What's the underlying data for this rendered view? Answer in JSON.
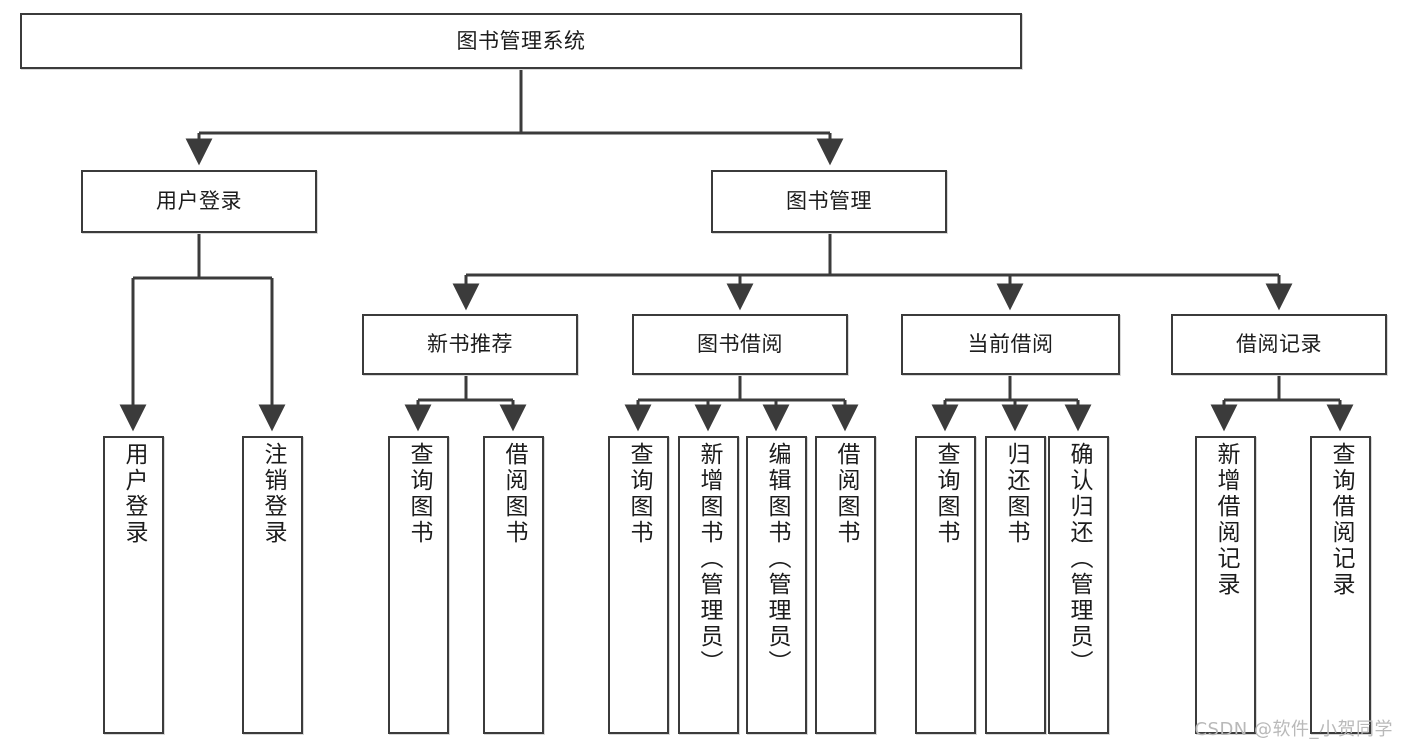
{
  "diagram": {
    "title": "图书管理系统",
    "type": "tree-hierarchy-diagram",
    "colors": {
      "box_border": "#3b3b3b",
      "box_fill": "#ffffff",
      "connector": "#3b3b3b",
      "text": "#1c1c1c",
      "watermark": "#b9b9b9",
      "background": "#ffffff"
    },
    "root": {
      "id": "root",
      "label": "图书管理系统",
      "orientation": "horizontal"
    },
    "level1": [
      {
        "id": "user-login",
        "label": "用户登录",
        "orientation": "horizontal"
      },
      {
        "id": "book-manage",
        "label": "图书管理",
        "orientation": "horizontal"
      }
    ],
    "level2": [
      {
        "id": "new-book-recommend",
        "label": "新书推荐",
        "orientation": "horizontal",
        "parent": "book-manage"
      },
      {
        "id": "book-borrow",
        "label": "图书借阅",
        "orientation": "horizontal",
        "parent": "book-manage"
      },
      {
        "id": "current-borrow",
        "label": "当前借阅",
        "orientation": "horizontal",
        "parent": "book-manage"
      },
      {
        "id": "borrow-record",
        "label": "借阅记录",
        "orientation": "horizontal",
        "parent": "book-manage"
      }
    ],
    "leaves": [
      {
        "id": "leaf-user-login",
        "label": "用户登录",
        "parent": "user-login"
      },
      {
        "id": "leaf-user-logout",
        "label": "注销登录",
        "parent": "user-login"
      },
      {
        "id": "leaf-query-book-1",
        "label": "查询图书",
        "parent": "new-book-recommend"
      },
      {
        "id": "leaf-borrow-book-1",
        "label": "借阅图书",
        "parent": "new-book-recommend"
      },
      {
        "id": "leaf-query-book-2",
        "label": "查询图书",
        "parent": "book-borrow"
      },
      {
        "id": "leaf-add-book",
        "label": "新增图书（管理员）",
        "parent": "book-borrow"
      },
      {
        "id": "leaf-edit-book",
        "label": "编辑图书（管理员）",
        "parent": "book-borrow"
      },
      {
        "id": "leaf-borrow-book-2",
        "label": "借阅图书",
        "parent": "book-borrow"
      },
      {
        "id": "leaf-query-book-3",
        "label": "查询图书",
        "parent": "current-borrow"
      },
      {
        "id": "leaf-return-book",
        "label": "归还图书",
        "parent": "current-borrow"
      },
      {
        "id": "leaf-confirm-return",
        "label": "确认归还（管理员）",
        "parent": "current-borrow"
      },
      {
        "id": "leaf-add-record",
        "label": "新增借阅记录",
        "parent": "borrow-record"
      },
      {
        "id": "leaf-query-record",
        "label": "查询借阅记录",
        "parent": "borrow-record"
      }
    ],
    "watermark": "CSDN @软件_小贺同学"
  }
}
